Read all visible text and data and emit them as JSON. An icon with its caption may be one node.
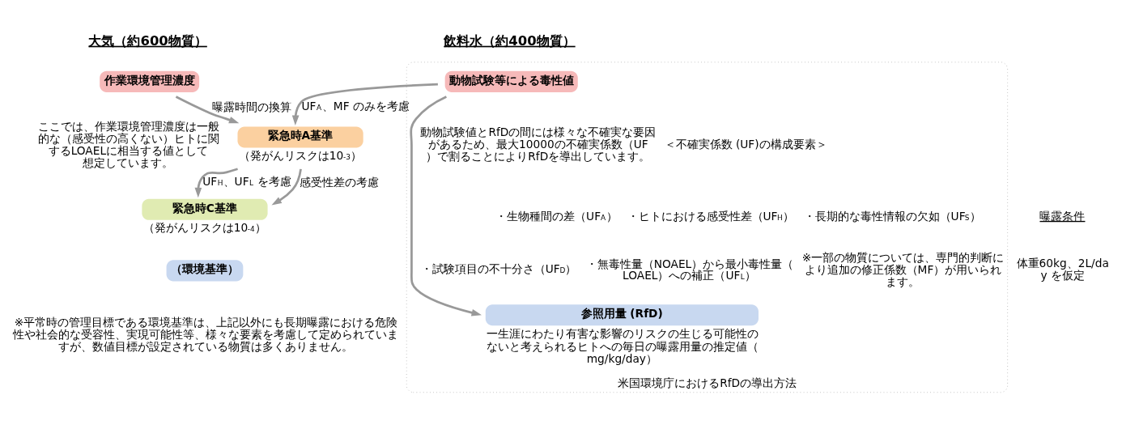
{
  "diagram": {
    "nodes": [
      {
        "text": [
          "作業環境管理濃度"
        ]
      },
      {
        "text": [
          "緊急時A基準"
        ],
        "beside": [
          "（発がんリスクは10$^{-3}$）"
        ]
      },
      {
        "text": [
          "緊急時C基準"
        ],
        "beside": [
          "（発がんリスクは10$^{-4}$）"
        ]
      },
      {
        "text": [
          "（環境基準）"
        ]
      },
      {
        "text": [
          "米国環境庁におけるRfDの導出方法"
        ]
      },
      {
        "text": [
          "動物試験等による毒性値"
        ],
        "in": 4
      },
      {
        "text": [
          "参照用量 (RfD)"
        ],
        "in": 4,
        "beside": [
          "一生涯にわたり有害な影響のリスクの生じる可能性のないと考えられるヒトへの毎日の曝露用量の推定値（mg/kg/day）"
        ]
      }
    ],
    "edges": [
      {
        "from": 0,
        "to": 1,
        "arrow": "to",
        "label": "曝露時間の換算"
      },
      {
        "from": 1,
        "to": 2,
        "arrow": "to",
        "label": "感受性差の考慮"
      },
      {
        "from": 5,
        "to": 1,
        "arrow": "to",
        "label": "UF$_{A}$、MF のみを考慮"
      },
      {
        "from": 1,
        "to": 2,
        "arrow": "to",
        "label": "UF$_{H}$、UF$_{L}$ を考慮"
      },
      {
        "from": 5,
        "to": 6,
        "arrow": "to"
      }
    ],
    "labels": [
      "大気（約600物質）",
      "飲料水（約400物質）",
      "動物試験値とRfDの間には様々な不確実な要因があるため、最大10000の不確実係数（UF）で割ることによりRfDを導出しています。",
      "＜不確実係数 (UF)の構成要素＞",
      "・生物種間の差（UF$_{A}$）",
      "・ヒトにおける感受性差（UF$_{H}$）",
      "・長期的な毒性情報の欠如（UF$_{S}$）",
      "・試験項目の不十分さ（UF$_{D}$）",
      "・無毒性量（NOAEL）から最小毒性量（LOAEL）への補正（UF$_{L}$）",
      "※一部の物質については、専門的判断により追加の修正係数（MF）が用いられます。",
      "ここでは、作業環境管理濃度は一般的な（感受性の高くない）ヒトに関するLOAELに相当する値として想定しています。",
      "曝露条件",
      "体重60kg、2L/day を仮定",
      "※平常時の管理目標である環境基準は、上記以外にも長期曝露における危険性や社会的な受容性、実現可能性等、様々な要素を考慮して定められていますが、数値目標が設定されている物質は多くありません。"
    ]
  }
}
